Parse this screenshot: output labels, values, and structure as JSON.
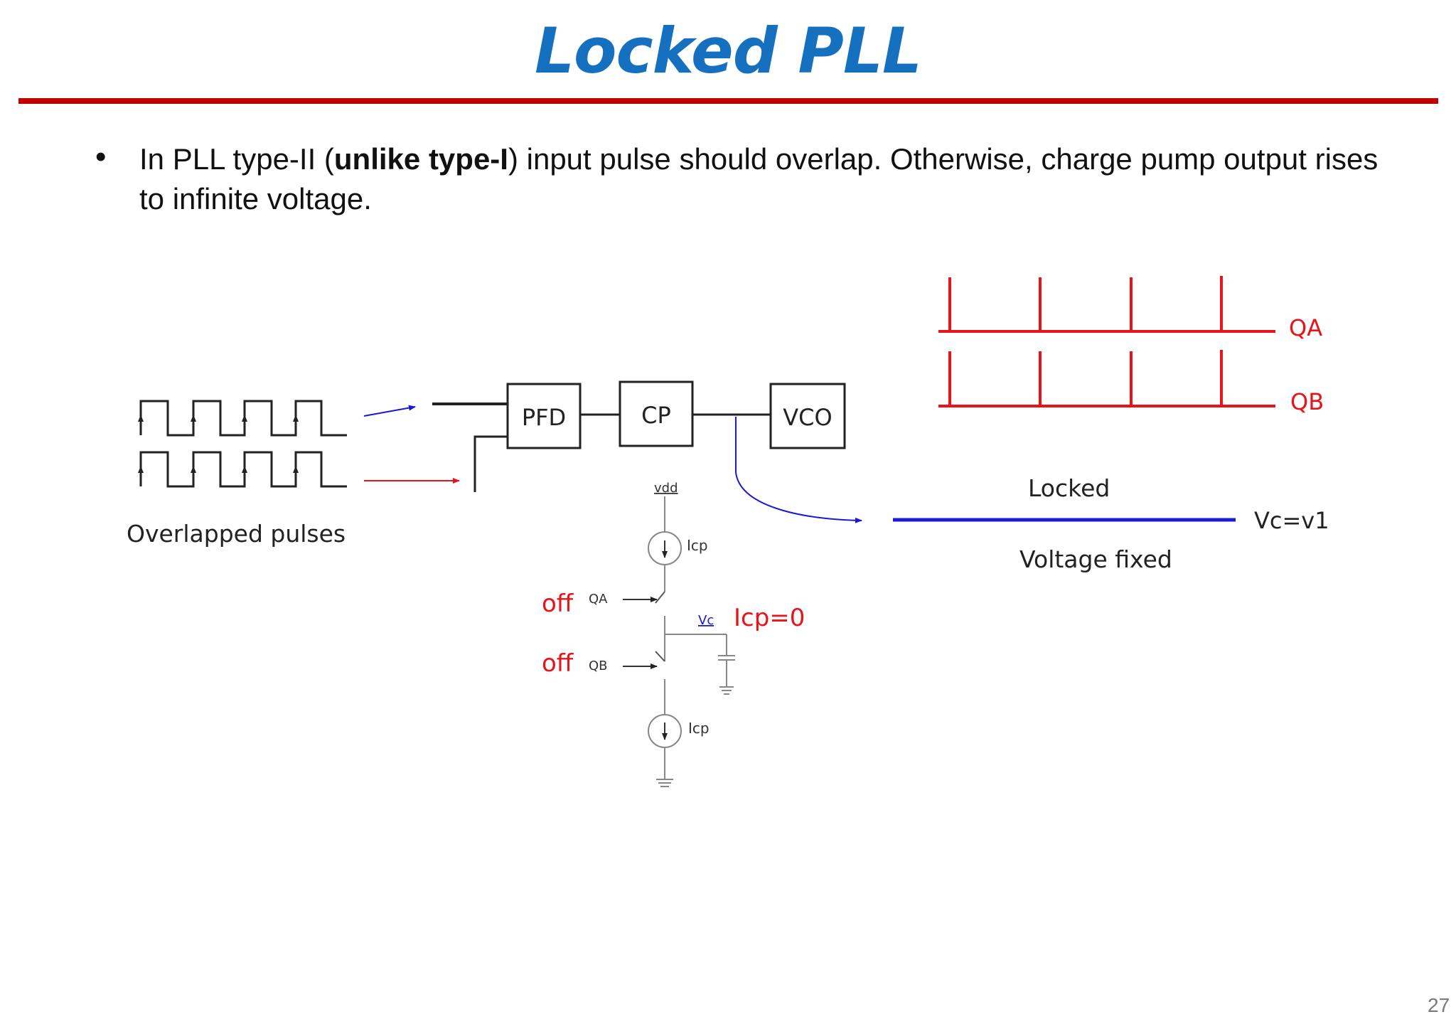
{
  "title": "Locked PLL",
  "bullet": {
    "before": "In PLL type-II (",
    "bold": "unlike type-I",
    "after": ") input pulse should overlap. Otherwise, charge pump output rises to infinite voltage."
  },
  "blocks": {
    "pfd": "PFD",
    "cp": "CP",
    "vco": "VCO"
  },
  "pulses_caption": "Overlapped pulses",
  "circuit": {
    "vdd": "vdd",
    "icp_top": "Icp",
    "icp_bottom": "Icp",
    "switch_a_state": "off",
    "switch_a_label": "QA",
    "switch_b_state": "off",
    "switch_b_label": "QB",
    "vc_node": "Vc",
    "icp_value": "Icp=0"
  },
  "outputs": {
    "qa": "QA",
    "qb": "QB",
    "locked": "Locked",
    "vc_value": "Vc=v1",
    "voltage_fixed": "Voltage fixed"
  },
  "page_number": "27",
  "colors": {
    "title": "#1570c0",
    "rule": "#c00000",
    "red": "#e8141a",
    "blue": "#1a1ad4",
    "dark": "#222222"
  }
}
